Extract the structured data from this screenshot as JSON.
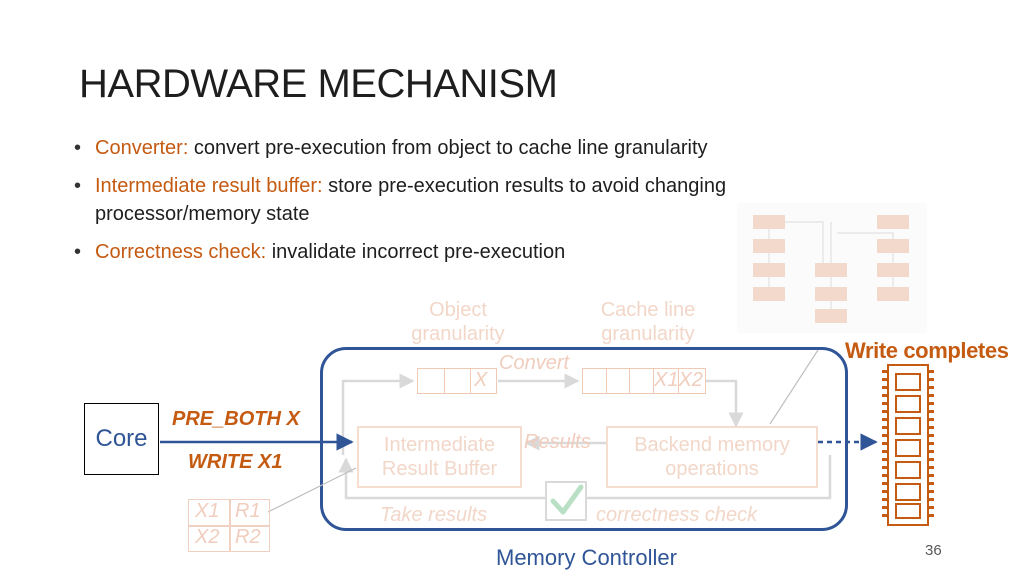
{
  "slide": {
    "title": "HARDWARE MECHANISM",
    "page_number": "36"
  },
  "bullets": [
    {
      "key": "Converter:",
      "text": " convert pre-execution from object to cache line granularity"
    },
    {
      "key": "Intermediate result buffer:",
      "text": " store pre-execution results to avoid changing processor/memory state"
    },
    {
      "key": "Correctness check:",
      "text": " invalidate incorrect pre-execution"
    }
  ],
  "diagram": {
    "object_granularity": "Object granularity",
    "cache_line_granularity": "Cache line granularity",
    "convert": "Convert",
    "x_cell": "X",
    "x1x2_cells": "X1X2",
    "write_completes": "Write completes",
    "core": "Core",
    "pre_both": "PRE_BOTH X",
    "write_x1": "WRITE X1",
    "intermediate_buffer": "Intermediate Result Buffer",
    "results": "Results",
    "backend": "Backend memory operations",
    "take_results": "Take results",
    "correctness_check": "correctness check",
    "memory_controller": "Memory Controller",
    "reg_table": [
      [
        "X1",
        "R1"
      ],
      [
        "X2",
        "R2"
      ]
    ],
    "colors": {
      "accent": "#c55a11",
      "blue": "#2f5597",
      "faint": "#f2d7c9"
    }
  }
}
